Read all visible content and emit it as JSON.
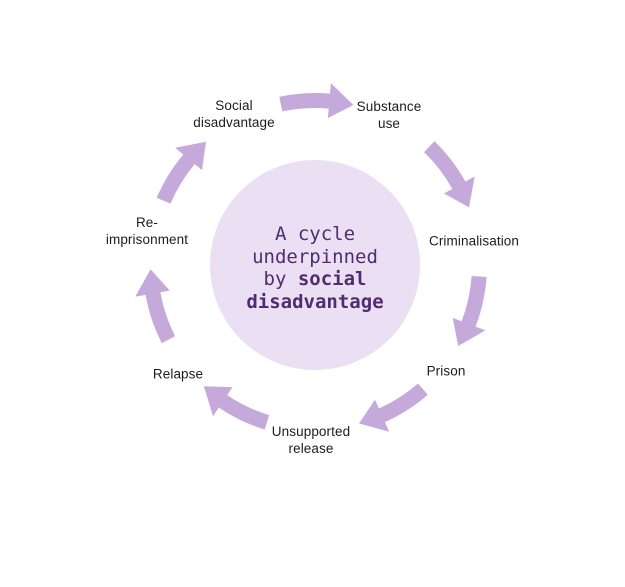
{
  "colors": {
    "arrow": "#c5a9db",
    "circle-fill": "#ebdff3",
    "center-text": "#512c70",
    "label-text": "#1d1d1f",
    "background": "#ffffff"
  },
  "diagram": {
    "center": {
      "line1": "A cycle",
      "line2": "underpinned",
      "line3_normal": "by ",
      "line3_bold": "social",
      "line4_bold": "disadvantage"
    },
    "stages": [
      {
        "id": "social-disadvantage",
        "label": "Social\ndisadvantage"
      },
      {
        "id": "substance-use",
        "label": "Substance\nuse"
      },
      {
        "id": "criminalisation",
        "label": "Criminalisation"
      },
      {
        "id": "prison",
        "label": "Prison"
      },
      {
        "id": "unsupported-release",
        "label": "Unsupported\nrelease"
      },
      {
        "id": "relapse",
        "label": "Relapse"
      },
      {
        "id": "re-imprisonment",
        "label": "Re-\nimprisonment"
      }
    ]
  }
}
